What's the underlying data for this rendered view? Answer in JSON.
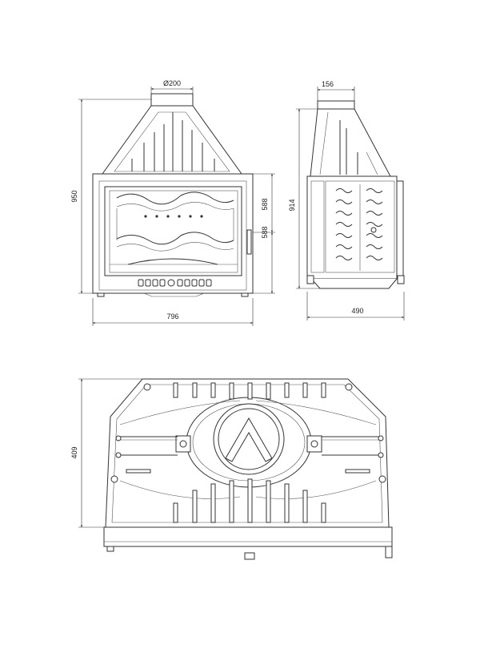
{
  "front_view": {
    "flue_diameter": "Ø200",
    "height_total": "950",
    "width_total": "796",
    "door_height_upper": "588",
    "door_height_lower": "588"
  },
  "side_view": {
    "collar_depth": "156",
    "height": "914",
    "depth": "490"
  },
  "top_view": {
    "depth": "409"
  }
}
